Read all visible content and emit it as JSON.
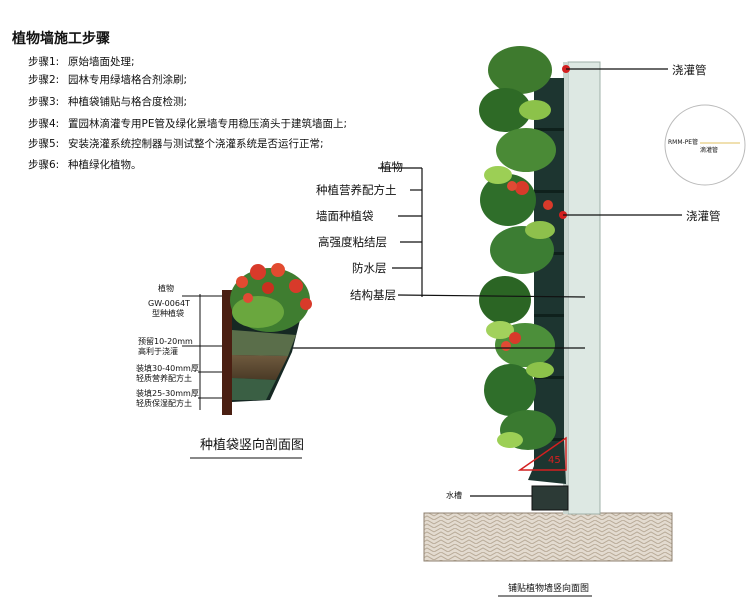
{
  "title": "植物墙施工步骤",
  "steps": [
    {
      "num": "步骤1:",
      "text": "原始墙面处理;"
    },
    {
      "num": "步骤2:",
      "text": "园林专用绿墙格合剂涂刷;"
    },
    {
      "num": "步骤3:",
      "text": "种植袋铺贴与格合度检测;"
    },
    {
      "num": "步骤4:",
      "text": "置园林滴灌专用PE管及绿化景墙专用稳压滴头于建筑墙面上;"
    },
    {
      "num": "步骤5:",
      "text": "安装浇灌系统控制器与测试整个浇灌系统是否运行正常;"
    },
    {
      "num": "步骤6:",
      "text": "种植绿化植物。"
    }
  ],
  "layers": [
    "植物",
    "种植营养配方土",
    "墙面种植袋",
    "高强度粘结层",
    "防水层",
    "结构基层"
  ],
  "pipe_top": "浇灌管",
  "pipe_mid": "浇灌管",
  "detail_label_1": "RMM-PE管",
  "detail_label_2": "滴灌管",
  "bag_labels": {
    "plant": "植物",
    "bag_model_1": "GW-0064T",
    "bag_model_2": "型种植袋",
    "gap_1": "预留10-20mm",
    "gap_2": "高利于浇灌",
    "fill1_1": "装填30-40mm厚",
    "fill1_2": "轻质营养配方土",
    "fill2_1": "装填25-30mm厚",
    "fill2_2": "轻质保湿配方土"
  },
  "bag_caption": "种植袋竖向剖面图",
  "angle_label": "45",
  "gutter": "水槽",
  "wall_caption": "铺贴植物墙竖向面图",
  "colors": {
    "pipe_red": "#d32020",
    "wall": "#dfe9e4",
    "bag": "#1f3a33",
    "ground": "#d8cfc2"
  }
}
